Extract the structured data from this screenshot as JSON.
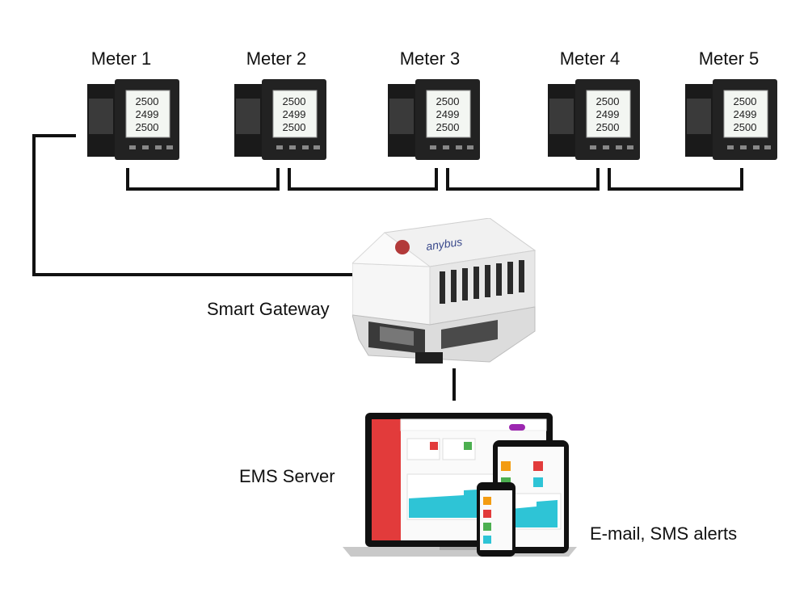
{
  "meters": [
    {
      "label": "Meter 1",
      "readings": [
        "2500",
        "2499",
        "2500"
      ]
    },
    {
      "label": "Meter 2",
      "readings": [
        "2500",
        "2499",
        "2500"
      ]
    },
    {
      "label": "Meter 3",
      "readings": [
        "2500",
        "2499",
        "2500"
      ]
    },
    {
      "label": "Meter 4",
      "readings": [
        "2500",
        "2499",
        "2500"
      ]
    },
    {
      "label": "Meter 5",
      "readings": [
        "2500",
        "2499",
        "2500"
      ]
    }
  ],
  "gateway": {
    "label": "Smart Gateway"
  },
  "server": {
    "label": "EMS Server"
  },
  "alerts": {
    "label": "E-mail, SMS alerts"
  },
  "colors": {
    "ems_accent": "#e23b3b",
    "chart_fill": "#2ec4d6",
    "wire": "#111111"
  }
}
